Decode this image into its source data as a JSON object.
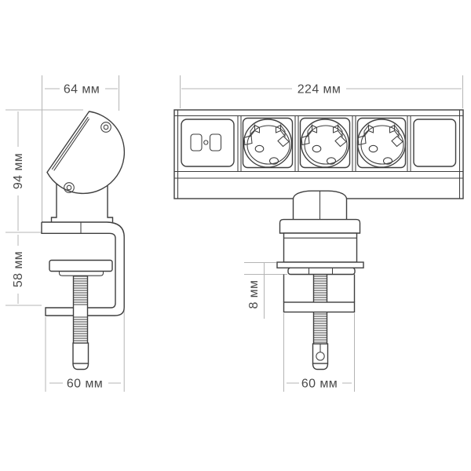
{
  "drawing": {
    "background": "#ffffff",
    "line_color": "#3f3f3f",
    "dimension_line_color": "#b4b4b4",
    "text_color": "#4a4a4a",
    "unit": "мм",
    "side_view": {
      "dims": {
        "width": {
          "value": 64,
          "unit": "мм",
          "label": "64 мм"
        },
        "height": {
          "value": 94,
          "unit": "мм",
          "label": "94 мм"
        },
        "clamp_opening": {
          "value": 58,
          "unit": "мм",
          "label": "58 мм"
        },
        "clamp_depth": {
          "value": 60,
          "unit": "мм",
          "label": "60 мм"
        }
      }
    },
    "front_view": {
      "dims": {
        "length": {
          "value": 224,
          "unit": "мм",
          "label": "224 мм"
        },
        "pad_thickness": {
          "value": 8,
          "unit": "мм",
          "label": "8 мм"
        },
        "clamp_width": {
          "value": 60,
          "unit": "мм",
          "label": "60 мм"
        }
      }
    }
  }
}
